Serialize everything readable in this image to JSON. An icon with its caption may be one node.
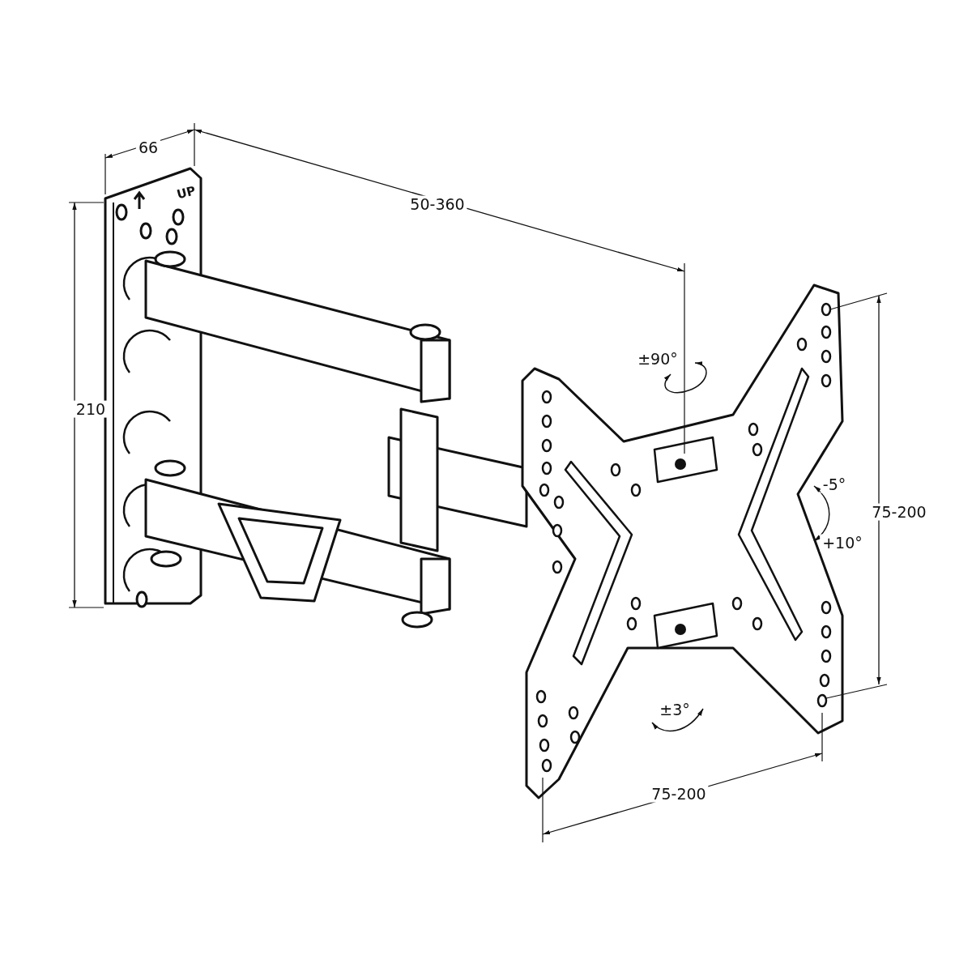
{
  "diagram": {
    "labels": [
      "66",
      "UP",
      "50-360",
      "±90°",
      "210",
      "-5°",
      "75-200",
      "+10°",
      "±3°",
      "75-200"
    ]
  }
}
